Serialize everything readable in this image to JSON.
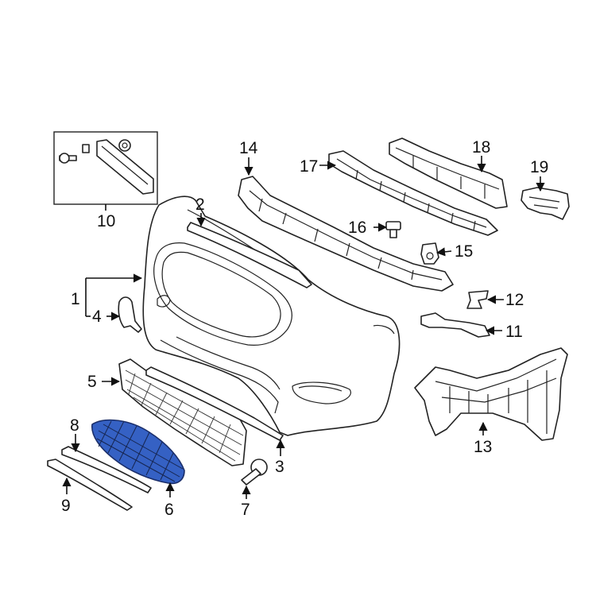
{
  "diagram": {
    "highlight_color": "#3561c4",
    "callouts": [
      {
        "id": "1",
        "label": "1"
      },
      {
        "id": "2",
        "label": "2"
      },
      {
        "id": "3",
        "label": "3"
      },
      {
        "id": "4",
        "label": "4"
      },
      {
        "id": "5",
        "label": "5"
      },
      {
        "id": "6",
        "label": "6"
      },
      {
        "id": "7",
        "label": "7"
      },
      {
        "id": "8",
        "label": "8"
      },
      {
        "id": "9",
        "label": "9"
      },
      {
        "id": "10",
        "label": "10"
      },
      {
        "id": "11",
        "label": "11"
      },
      {
        "id": "12",
        "label": "12"
      },
      {
        "id": "13",
        "label": "13"
      },
      {
        "id": "14",
        "label": "14"
      },
      {
        "id": "15",
        "label": "15"
      },
      {
        "id": "16",
        "label": "16"
      },
      {
        "id": "17",
        "label": "17"
      },
      {
        "id": "18",
        "label": "18"
      },
      {
        "id": "19",
        "label": "19"
      }
    ]
  }
}
